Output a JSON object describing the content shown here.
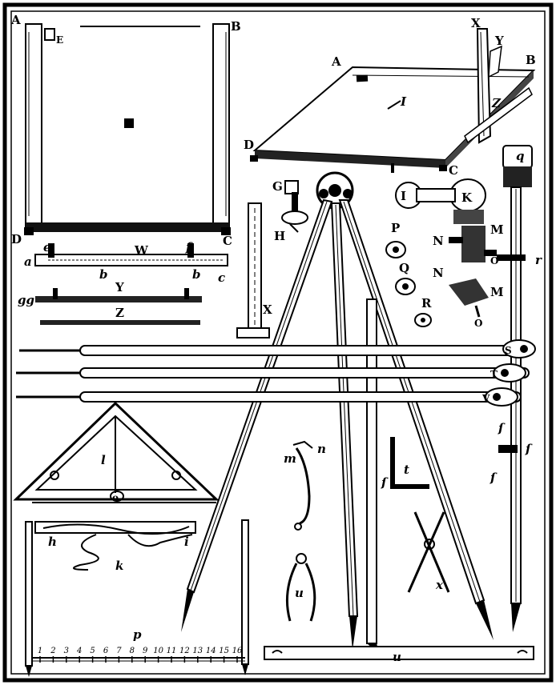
{
  "labels": {
    "board_a": "A",
    "board_b": "B",
    "board_c": "C",
    "board_d": "D",
    "board_e": "E",
    "table_a": "A",
    "table_b": "B",
    "table_c": "C",
    "table_d": "D",
    "table_x": "X",
    "table_y": "Y",
    "table_z": "Z",
    "table_i": "I",
    "g": "G",
    "h_screw": "H",
    "i_link": "I",
    "k_link": "K",
    "n1": "N",
    "m1": "M",
    "o1": "O",
    "n2": "N",
    "m2": "M",
    "o2": "O",
    "p_nut": "P",
    "q_nut": "Q",
    "r_nut": "R",
    "r_small": "r",
    "q_top": "q",
    "w": "W",
    "y_rule": "Y",
    "z_rule": "Z",
    "a_small": "a",
    "b1": "b",
    "b2": "b",
    "c_small": "c",
    "f_small": "f",
    "e_small": "e",
    "gg": "gg",
    "x_stand": "X",
    "s": "S",
    "t": "T",
    "v": "V",
    "l": "l",
    "o_tri": "o",
    "m_small": "m",
    "n_small": "n",
    "t_small": "t",
    "h_small": "h",
    "i_small": "i",
    "k_small": "k",
    "p_small": "p",
    "u_small": "u",
    "x_small": "x",
    "long_s1": "ſ",
    "long_s2": "ſ",
    "long_s3": "ſ",
    "long_s4": "ſ"
  },
  "scale_numbers": [
    "1",
    "2",
    "3",
    "4",
    "5",
    "6",
    "7",
    "8",
    "9",
    "10",
    "11",
    "12",
    "13",
    "14",
    "15",
    "16"
  ]
}
